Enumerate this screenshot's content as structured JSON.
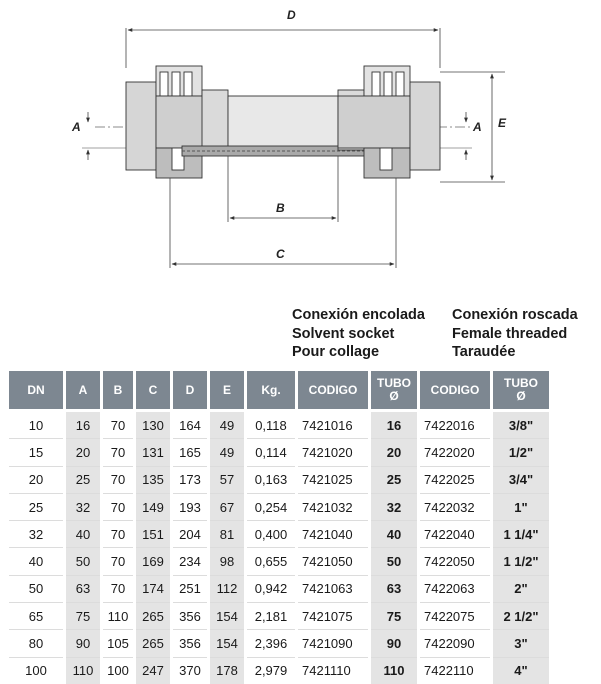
{
  "drawing": {
    "dim_labels": {
      "D": "D",
      "E": "E",
      "A_left": "A",
      "A_right": "A",
      "B": "B",
      "C": "C"
    }
  },
  "headers": {
    "solvent": [
      "Conexión encolada",
      "Solvent socket",
      "Pour collage"
    ],
    "threaded": [
      "Conexión roscada",
      "Female threaded",
      "Taraudée"
    ]
  },
  "table": {
    "columns": [
      [
        "DN"
      ],
      [
        "A"
      ],
      [
        "B"
      ],
      [
        "C"
      ],
      [
        "D"
      ],
      [
        "E"
      ],
      [
        "Kg."
      ],
      [
        "CODIGO"
      ],
      [
        "TUBO",
        "Ø"
      ],
      [
        "CODIGO"
      ],
      [
        "TUBO",
        "Ø"
      ]
    ],
    "rows": [
      [
        "10",
        "16",
        "70",
        "130",
        "164",
        "49",
        "0,118",
        "7421016",
        "16",
        "7422016",
        "3/8\""
      ],
      [
        "15",
        "20",
        "70",
        "131",
        "165",
        "49",
        "0,114",
        "7421020",
        "20",
        "7422020",
        "1/2\""
      ],
      [
        "20",
        "25",
        "70",
        "135",
        "173",
        "57",
        "0,163",
        "7421025",
        "25",
        "7422025",
        "3/4\""
      ],
      [
        "25",
        "32",
        "70",
        "149",
        "193",
        "67",
        "0,254",
        "7421032",
        "32",
        "7422032",
        "1\""
      ],
      [
        "32",
        "40",
        "70",
        "151",
        "204",
        "81",
        "0,400",
        "7421040",
        "40",
        "7422040",
        "1 1/4\""
      ],
      [
        "40",
        "50",
        "70",
        "169",
        "234",
        "98",
        "0,655",
        "7421050",
        "50",
        "7422050",
        "1 1/2\""
      ],
      [
        "50",
        "63",
        "70",
        "174",
        "251",
        "112",
        "0,942",
        "7421063",
        "63",
        "7422063",
        "2\""
      ],
      [
        "65",
        "75",
        "110",
        "265",
        "356",
        "154",
        "2,181",
        "7421075",
        "75",
        "7422075",
        "2 1/2\""
      ],
      [
        "80",
        "90",
        "105",
        "265",
        "356",
        "154",
        "2,396",
        "7421090",
        "90",
        "7422090",
        "3\""
      ],
      [
        "100",
        "110",
        "100",
        "247",
        "370",
        "178",
        "2,979",
        "7421110",
        "110",
        "7422110",
        "4\""
      ]
    ]
  },
  "colors": {
    "header_bg": "#7d8791",
    "shaded_cell": "#e4e4e4",
    "header_text": "#ffffff"
  }
}
